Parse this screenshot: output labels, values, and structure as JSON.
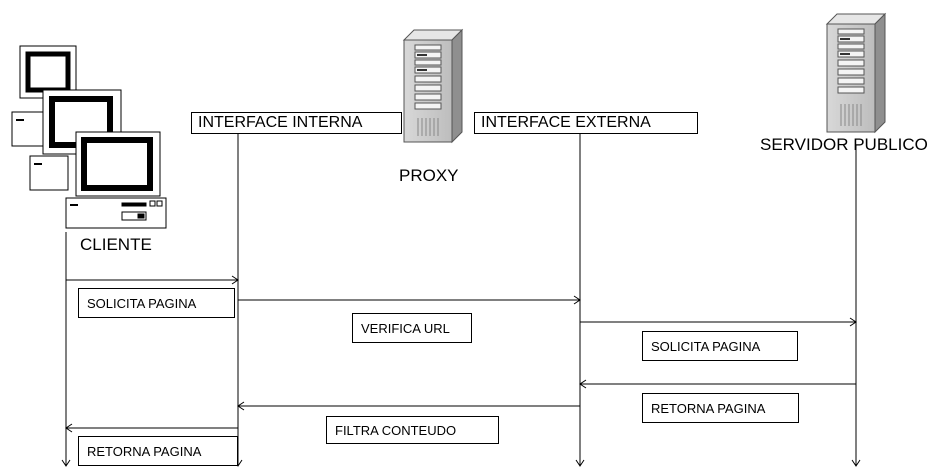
{
  "participants": {
    "interface_interna": "INTERFACE INTERNA",
    "interface_externa": "INTERFACE EXTERNA",
    "proxy": "PROXY",
    "servidor_publico": "SERVIDOR PUBLICO",
    "cliente": "CLIENTE"
  },
  "messages": {
    "solicita_pagina_1": "SOLICITA PAGINA",
    "verifica_url": "VERIFICA URL",
    "solicita_pagina_2": "SOLICITA PAGINA",
    "retorna_pagina_1": "RETORNA PAGINA",
    "filtra_conteudo": "FILTRA CONTEUDO",
    "retorna_pagina_2": "RETORNA PAGINA"
  }
}
